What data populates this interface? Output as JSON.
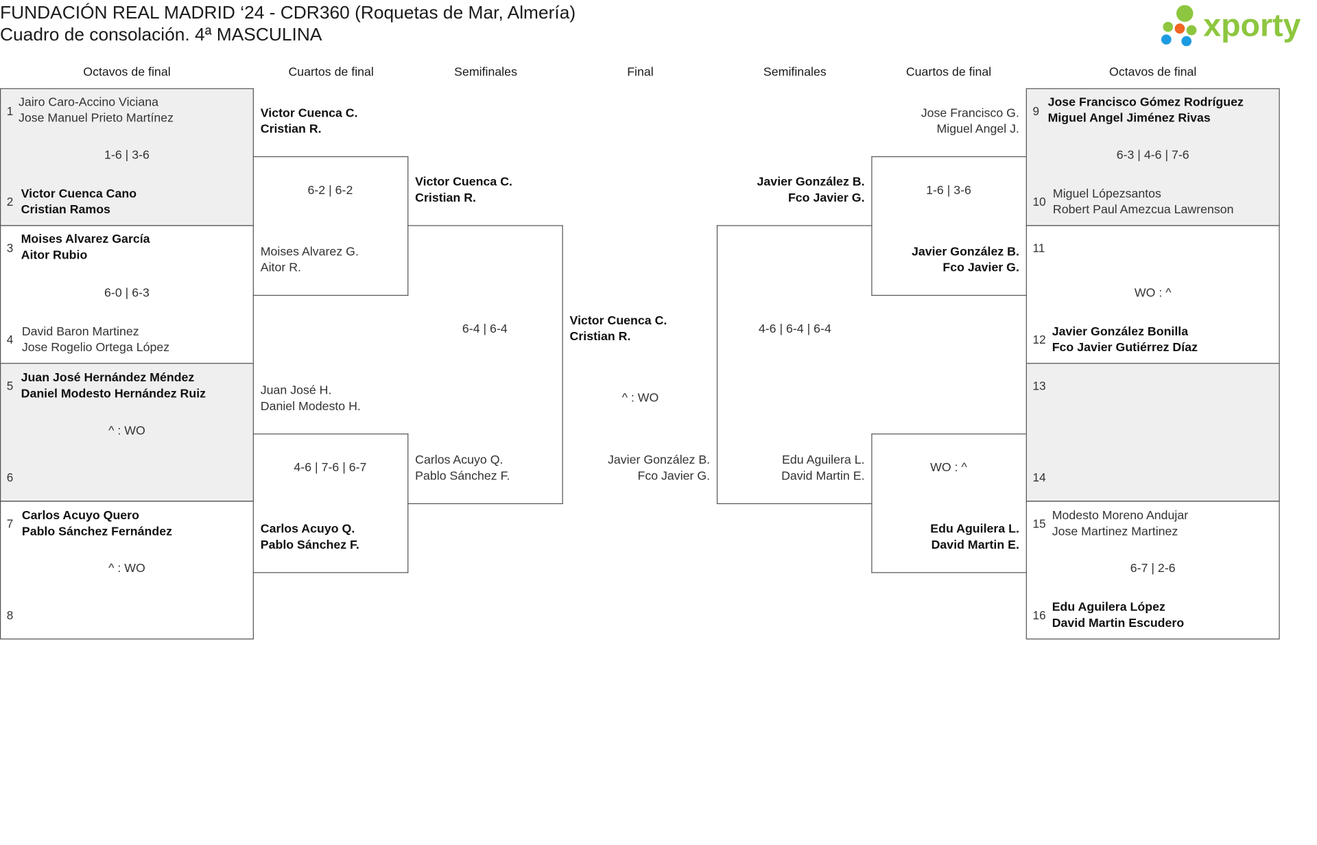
{
  "header": {
    "title": "FUNDACIÓN REAL MADRID ‘24 - CDR360 (Roquetas de Mar, Almería)",
    "subtitle": "Cuadro de consolación. 4ª MASCULINA",
    "logo_text": "xporty"
  },
  "rounds": {
    "left_r16": "Octavos de final",
    "left_qf": "Cuartos de final",
    "left_sf": "Semifinales",
    "final": "Final",
    "right_sf": "Semifinales",
    "right_qf": "Cuartos de final",
    "right_r16": "Octavos de final"
  },
  "r16": {
    "seeds": [
      "1",
      "2",
      "3",
      "4",
      "5",
      "6",
      "7",
      "8",
      "9",
      "10",
      "11",
      "12",
      "13",
      "14",
      "15",
      "16"
    ],
    "m1": {
      "p1a": "Jairo Caro-Accino Viciana",
      "p1b": "Jose Manuel Prieto Martínez",
      "score": "1-6 | 3-6",
      "p2a": "Victor Cuenca Cano",
      "p2b": "Cristian Ramos"
    },
    "m2": {
      "p1a": "Moises Alvarez García",
      "p1b": "Aitor Rubio",
      "score": "6-0 | 6-3",
      "p2a": "David Baron Martinez",
      "p2b": "Jose Rogelio Ortega López"
    },
    "m3": {
      "p1a": "Juan José Hernández Méndez",
      "p1b": "Daniel Modesto Hernández Ruiz",
      "score": "^ : WO"
    },
    "m4": {
      "p1a": "Carlos Acuyo Quero",
      "p1b": "Pablo Sánchez Fernández",
      "score": "^ : WO"
    },
    "m5": {
      "p1a": "Jose Francisco Gómez Rodríguez",
      "p1b": "Miguel Angel Jiménez Rivas",
      "score": "6-3 | 4-6 | 7-6",
      "p2a": "Miguel Lópezsantos",
      "p2b": "Robert Paul Amezcua Lawrenson"
    },
    "m6": {
      "score": "WO : ^",
      "p2a": "Javier González Bonilla",
      "p2b": "Fco Javier Gutiérrez Díaz"
    },
    "m8": {
      "p1a": "Modesto Moreno Andujar",
      "p1b": "Jose Martinez Martinez",
      "score": "6-7 | 2-6",
      "p2a": "Edu Aguilera López",
      "p2b": "David Martin Escudero"
    }
  },
  "qf": {
    "l1": {
      "p1a": "Victor Cuenca C.",
      "p1b": "Cristian R.",
      "score": "6-2 | 6-2",
      "p2a": "Moises Alvarez G.",
      "p2b": "Aitor R."
    },
    "l2": {
      "p1a": "Juan José H.",
      "p1b": "Daniel Modesto H.",
      "score": "4-6 | 7-6 | 6-7",
      "p2a": "Carlos Acuyo Q.",
      "p2b": "Pablo Sánchez F."
    },
    "r1": {
      "p1a": "Jose Francisco G.",
      "p1b": "Miguel Angel J.",
      "score": "1-6 | 3-6",
      "p2a": "Javier González B.",
      "p2b": "Fco Javier G."
    },
    "r2": {
      "score": "WO : ^",
      "p2a": "Edu Aguilera L.",
      "p2b": "David Martin E."
    }
  },
  "sf": {
    "l": {
      "p1a": "Victor Cuenca C.",
      "p1b": "Cristian R.",
      "score": "6-4 | 6-4",
      "p2a": "Carlos Acuyo Q.",
      "p2b": "Pablo Sánchez F."
    },
    "r": {
      "p1a": "Javier González B.",
      "p1b": "Fco Javier G.",
      "score": "4-6 | 6-4 | 6-4",
      "p2a": "Edu Aguilera L.",
      "p2b": "David Martin E."
    }
  },
  "final": {
    "p1a": "Victor Cuenca C.",
    "p1b": "Cristian R.",
    "score": "^ : WO",
    "p2a": "Javier González B.",
    "p2b": "Fco Javier G."
  },
  "colors": {
    "logo_green": "#8dc63f",
    "logo_orange": "#f26522",
    "logo_blue": "#1e9be0",
    "shade": "#efefef",
    "border": "#555555"
  }
}
